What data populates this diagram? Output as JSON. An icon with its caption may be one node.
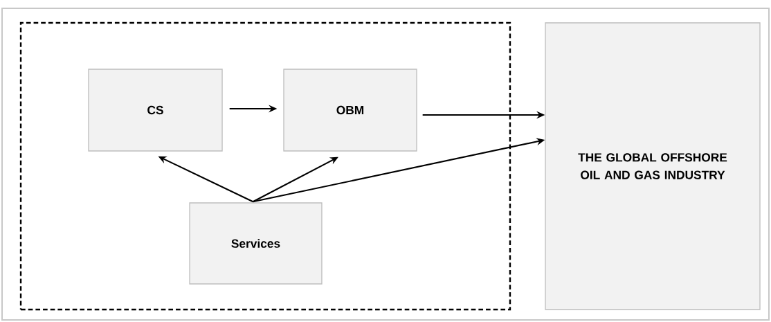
{
  "diagram": {
    "nodes": [
      {
        "text": [],
        "shape": "box"
      },
      {
        "text": [
          "CS"
        ],
        "in": 0
      },
      {
        "text": [
          "OBM"
        ],
        "in": 0
      },
      {
        "text": [
          "Services"
        ],
        "in": 0
      },
      {
        "text": [
          "THE GLOBAL OFFSHORE OIL AND GAS INDUSTRY"
        ]
      }
    ],
    "edges": [
      {
        "from": 1,
        "to": 2,
        "arrow": "to"
      },
      {
        "from": 2,
        "to": 4,
        "arrow": "to"
      },
      {
        "from": 3,
        "to": 1,
        "arrow": "to"
      },
      {
        "from": 3,
        "to": 2,
        "arrow": "to"
      },
      {
        "from": 3,
        "to": 4,
        "arrow": "to"
      }
    ]
  }
}
